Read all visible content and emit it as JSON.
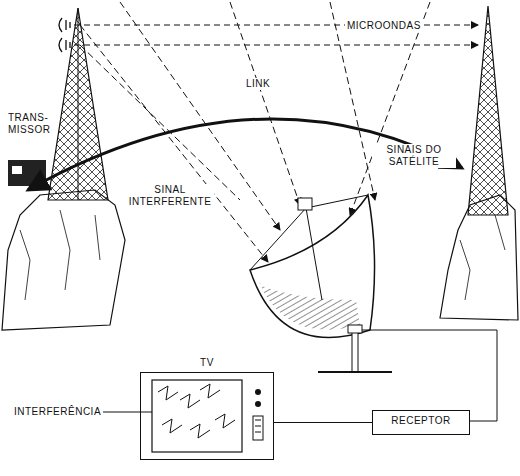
{
  "diagram": {
    "nodes": [
      {
        "text": [
          "TV"
        ]
      },
      {
        "text": [
          "RECEPTOR"
        ]
      }
    ],
    "edges": [
      {
        "from": 0,
        "to": 1,
        "arrow": "none"
      }
    ],
    "labels": [
      "MICROONDAS",
      "TRANS- MISSOR",
      "LINK",
      "SINAL INTERFERENTE",
      "SINAIS DO SATÉLITE",
      "INTERFERÊNCIA"
    ]
  }
}
